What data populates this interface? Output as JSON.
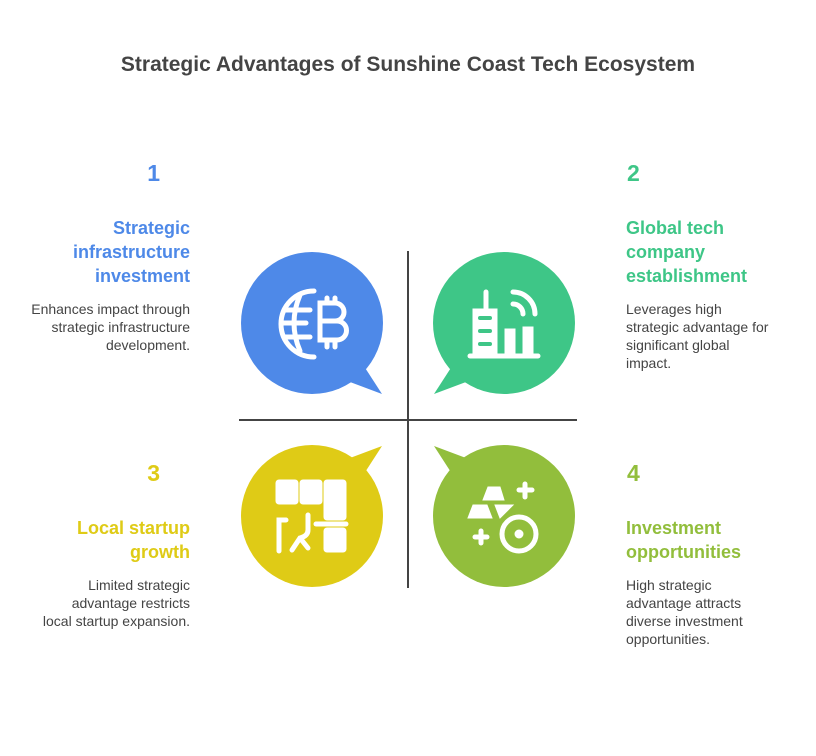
{
  "title": "Strategic Advantages of Sunshine Coast Tech Ecosystem",
  "colors": {
    "blue": "#4E89E8",
    "green": "#3EC687",
    "yellow": "#DFCB16",
    "olive": "#92BE3C",
    "text": "#444444"
  },
  "quadrants": [
    {
      "number": "1",
      "heading": "Strategic infrastructure investment",
      "description": "Enhances impact through strategic infrastructure development.",
      "icon": "globe-bitcoin-icon"
    },
    {
      "number": "2",
      "heading": "Global tech company establishment",
      "description": "Leverages high strategic advantage for significant global impact.",
      "icon": "building-signal-icon"
    },
    {
      "number": "3",
      "heading": "Local startup growth",
      "description": "Limited strategic advantage restricts local startup expansion.",
      "icon": "office-layout-icon"
    },
    {
      "number": "4",
      "heading": "Investment opportunities",
      "description": "High strategic advantage attracts diverse investment opportunities.",
      "icon": "gold-bars-wheel-icon"
    }
  ]
}
